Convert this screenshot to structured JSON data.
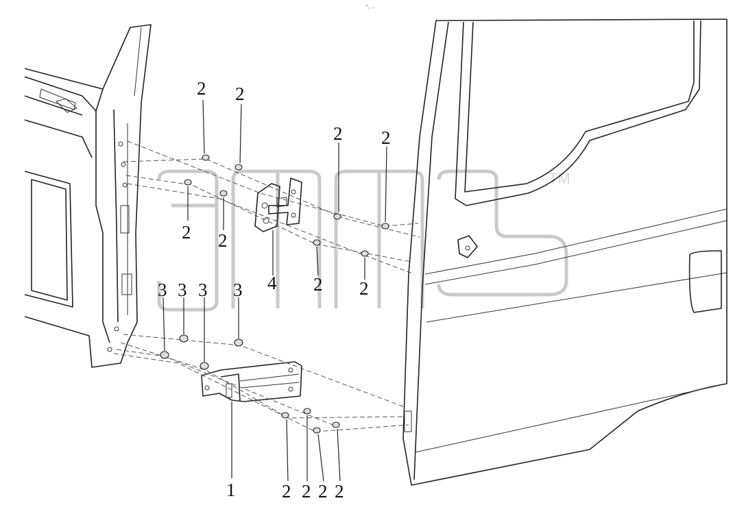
{
  "header_note": "°‚ ...",
  "watermark": {
    "trademark": "TM"
  },
  "callouts": [
    {
      "id": "top-left-a",
      "label": "2"
    },
    {
      "id": "top-left-b",
      "label": "2"
    },
    {
      "id": "top-mid-a",
      "label": "2"
    },
    {
      "id": "top-mid-b",
      "label": "2"
    },
    {
      "id": "upper-left-c",
      "label": "2"
    },
    {
      "id": "upper-left-d",
      "label": "2"
    },
    {
      "id": "upper-mid-c",
      "label": "2"
    },
    {
      "id": "upper-mid-d",
      "label": "2"
    },
    {
      "id": "upper-hinge",
      "label": "4"
    },
    {
      "id": "lower-bolt-a",
      "label": "3"
    },
    {
      "id": "lower-bolt-b",
      "label": "3"
    },
    {
      "id": "lower-bolt-c",
      "label": "3"
    },
    {
      "id": "lower-bolt-d",
      "label": "3"
    },
    {
      "id": "lower-hinge",
      "label": "1"
    },
    {
      "id": "bottom-a",
      "label": "2"
    },
    {
      "id": "bottom-b",
      "label": "2"
    },
    {
      "id": "bottom-c",
      "label": "2"
    },
    {
      "id": "bottom-d",
      "label": "2"
    }
  ]
}
